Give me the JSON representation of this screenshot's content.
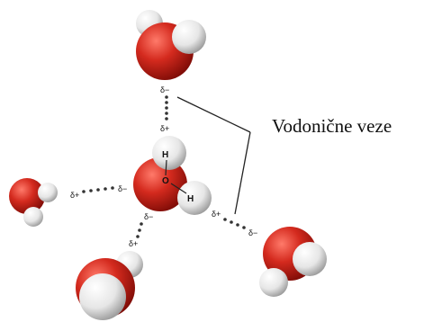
{
  "callout_label": "Vodonične veze",
  "atom_labels": {
    "hydrogen": "H",
    "oxygen": "O"
  },
  "charges": {
    "top_partial_negative": "δ−",
    "top_partial_positive": "δ+",
    "left_partial_positive": "δ+",
    "left_partial_negative": "δ−",
    "lower_left_partial_negative": "δ−",
    "lower_left_partial_positive": "δ+",
    "right_partial_positive": "δ+",
    "right_partial_negative": "δ−"
  },
  "colors": {
    "oxygen": "#d42a1e",
    "hydrogen": "#eeeeee",
    "bond_dots": "#333333",
    "callout_line": "#222222",
    "text": "#111111"
  }
}
